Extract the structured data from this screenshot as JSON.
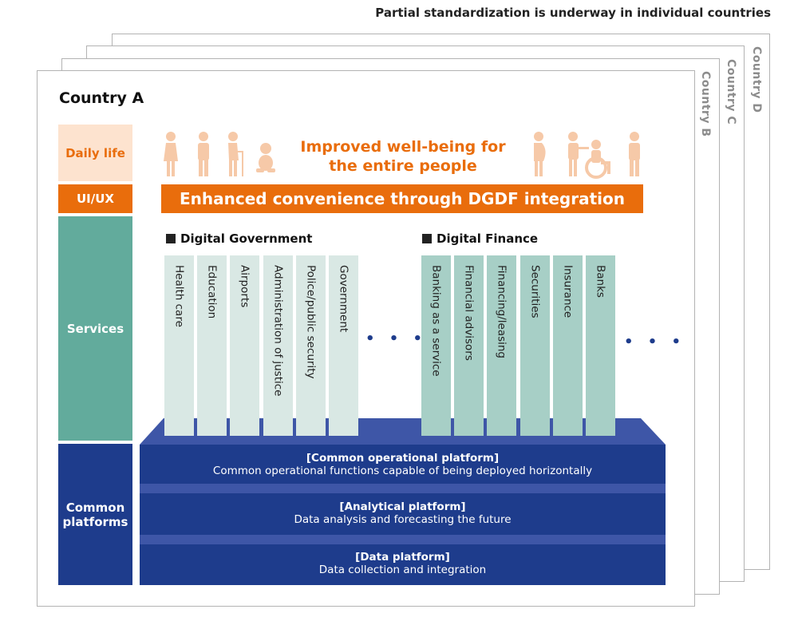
{
  "caption": "Partial standardization is underway in individual countries",
  "countries": {
    "a": "Country A",
    "b": "Country B",
    "c": "Country C",
    "d": "Country D"
  },
  "bands": {
    "daily_life": "Daily life",
    "uiux": "UI/UX",
    "services": "Services",
    "common_platforms": "Common platforms"
  },
  "wellbeing": {
    "line1": "Improved well-being for",
    "line2": "the entire people"
  },
  "uiux_bar": "Enhanced convenience through DGDF integration",
  "digital_government": {
    "heading": "Digital Government",
    "items": [
      "Health care",
      "Education",
      "Airports",
      "Administration of justice",
      "Police/public security",
      "Government"
    ]
  },
  "digital_finance": {
    "heading": "Digital Finance",
    "items": [
      "Banking as a service",
      "Financial advisors",
      "Financing/leasing",
      "Securities",
      "Insurance",
      "Banks"
    ]
  },
  "ellipsis": "• • •",
  "platforms": [
    {
      "title": "[Common operational platform]",
      "desc": "Common operational functions capable of being deployed horizontally"
    },
    {
      "title": "[Analytical platform]",
      "desc": "Data analysis and forecasting the future"
    },
    {
      "title": "[Data platform]",
      "desc": "Data collection and integration"
    }
  ],
  "colors": {
    "orange": "#e96d0c",
    "light_orange": "#fde3cf",
    "teal": "#62ab9c",
    "navy": "#1e3c8c",
    "person_icon": "#f6c9a8"
  }
}
